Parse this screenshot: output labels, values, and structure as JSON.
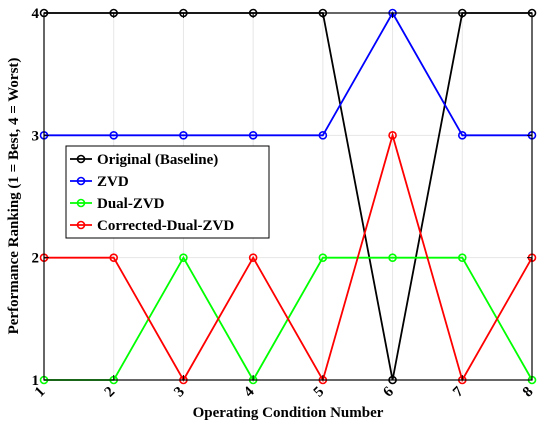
{
  "chart_data": {
    "type": "line",
    "title": "",
    "xlabel": "Operating Condition Number",
    "ylabel": "Performance Ranking (1 = Best, 4 = Worst)",
    "x": [
      1,
      2,
      3,
      4,
      5,
      6,
      7,
      8
    ],
    "xlim": [
      1,
      8
    ],
    "ylim": [
      1,
      4
    ],
    "xticks": [
      "1",
      "2",
      "3",
      "4",
      "5",
      "6",
      "7",
      "8"
    ],
    "yticks": [
      "1",
      "2",
      "3",
      "4"
    ],
    "grid": true,
    "legend_position": "middle-left",
    "series": [
      {
        "name": "Original (Baseline)",
        "color": "#000000",
        "marker": "circle",
        "values": [
          4,
          4,
          4,
          4,
          4,
          1,
          4,
          4
        ]
      },
      {
        "name": "ZVD",
        "color": "#0000ff",
        "marker": "circle",
        "values": [
          3,
          3,
          3,
          3,
          3,
          4,
          3,
          3
        ]
      },
      {
        "name": "Dual-ZVD",
        "color": "#00ff00",
        "marker": "circle",
        "values": [
          1,
          1,
          2,
          1,
          2,
          2,
          2,
          1
        ]
      },
      {
        "name": "Corrected-Dual-ZVD",
        "color": "#ff0000",
        "marker": "circle",
        "values": [
          2,
          2,
          1,
          2,
          1,
          3,
          1,
          2
        ]
      }
    ]
  }
}
